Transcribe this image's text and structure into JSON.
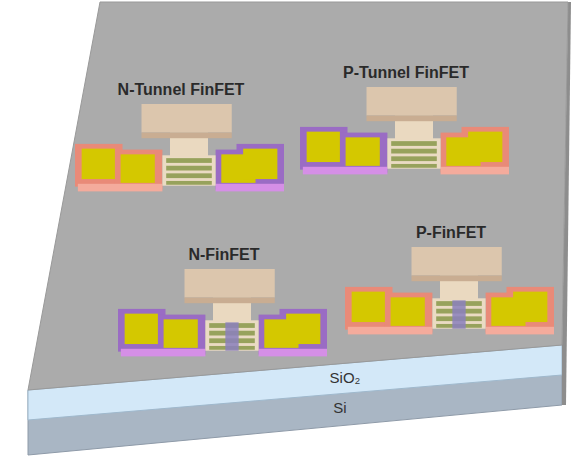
{
  "diagram": {
    "labels": [
      "N-Tunnel FinFET",
      "P-Tunnel FinFET",
      "N-FinFET",
      "P-FinFET",
      "SiO₂",
      "Si"
    ]
  }
}
